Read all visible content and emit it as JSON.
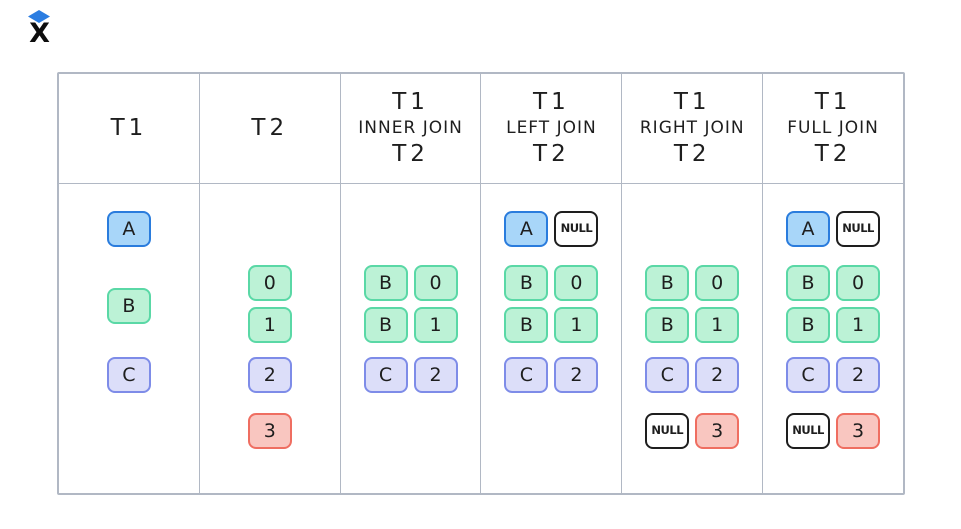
{
  "logo": {
    "letter": "X",
    "diamond_color": "#2b7de1"
  },
  "palette": {
    "blue": {
      "fill": "#a8d6f9",
      "stroke": "#2a7cdd"
    },
    "green": {
      "fill": "#bcf2d6",
      "stroke": "#5ad8a6"
    },
    "purple": {
      "fill": "#dcdef9",
      "stroke": "#7e8ce8"
    },
    "red": {
      "fill": "#f9c6c0",
      "stroke": "#ef6e61"
    },
    "nullv": {
      "fill": "#ffffff",
      "stroke": "#1e1e1e"
    }
  },
  "grid_color": "#b1b8c4",
  "table": {
    "columns": [
      {
        "id": "t1",
        "header": [
          "T1"
        ],
        "rows": [
          {
            "slot": "a",
            "cells": [
              {
                "text": "A",
                "variant": "blue"
              }
            ]
          },
          {
            "slot": "bmid",
            "cells": [
              {
                "text": "B",
                "variant": "green"
              }
            ]
          },
          {
            "slot": "c2",
            "cells": [
              {
                "text": "C",
                "variant": "purple"
              }
            ]
          }
        ]
      },
      {
        "id": "t2",
        "header": [
          "T2"
        ],
        "rows": [
          {
            "slot": "b0",
            "cells": [
              {
                "text": "0",
                "variant": "green"
              }
            ]
          },
          {
            "slot": "b1",
            "cells": [
              {
                "text": "1",
                "variant": "green"
              }
            ]
          },
          {
            "slot": "c2",
            "cells": [
              {
                "text": "2",
                "variant": "purple"
              }
            ]
          },
          {
            "slot": "n3",
            "cells": [
              {
                "text": "3",
                "variant": "red"
              }
            ]
          }
        ]
      },
      {
        "id": "inner-join",
        "header": [
          "T1",
          "INNER JOIN",
          "T2"
        ],
        "rows": [
          {
            "slot": "b0",
            "cells": [
              {
                "text": "B",
                "variant": "green"
              },
              {
                "text": "0",
                "variant": "green"
              }
            ]
          },
          {
            "slot": "b1",
            "cells": [
              {
                "text": "B",
                "variant": "green"
              },
              {
                "text": "1",
                "variant": "green"
              }
            ]
          },
          {
            "slot": "c2",
            "cells": [
              {
                "text": "C",
                "variant": "purple"
              },
              {
                "text": "2",
                "variant": "purple"
              }
            ]
          }
        ]
      },
      {
        "id": "left-join",
        "header": [
          "T1",
          "LEFT JOIN",
          "T2"
        ],
        "rows": [
          {
            "slot": "a",
            "cells": [
              {
                "text": "A",
                "variant": "blue"
              },
              {
                "text": "NULL",
                "variant": "nullv"
              }
            ]
          },
          {
            "slot": "b0",
            "cells": [
              {
                "text": "B",
                "variant": "green"
              },
              {
                "text": "0",
                "variant": "green"
              }
            ]
          },
          {
            "slot": "b1",
            "cells": [
              {
                "text": "B",
                "variant": "green"
              },
              {
                "text": "1",
                "variant": "green"
              }
            ]
          },
          {
            "slot": "c2",
            "cells": [
              {
                "text": "C",
                "variant": "purple"
              },
              {
                "text": "2",
                "variant": "purple"
              }
            ]
          }
        ]
      },
      {
        "id": "right-join",
        "header": [
          "T1",
          "RIGHT JOIN",
          "T2"
        ],
        "rows": [
          {
            "slot": "b0",
            "cells": [
              {
                "text": "B",
                "variant": "green"
              },
              {
                "text": "0",
                "variant": "green"
              }
            ]
          },
          {
            "slot": "b1",
            "cells": [
              {
                "text": "B",
                "variant": "green"
              },
              {
                "text": "1",
                "variant": "green"
              }
            ]
          },
          {
            "slot": "c2",
            "cells": [
              {
                "text": "C",
                "variant": "purple"
              },
              {
                "text": "2",
                "variant": "purple"
              }
            ]
          },
          {
            "slot": "n3",
            "cells": [
              {
                "text": "NULL",
                "variant": "nullv"
              },
              {
                "text": "3",
                "variant": "red"
              }
            ]
          }
        ]
      },
      {
        "id": "full-join",
        "header": [
          "T1",
          "FULL JOIN",
          "T2"
        ],
        "rows": [
          {
            "slot": "a",
            "cells": [
              {
                "text": "A",
                "variant": "blue"
              },
              {
                "text": "NULL",
                "variant": "nullv"
              }
            ]
          },
          {
            "slot": "b0",
            "cells": [
              {
                "text": "B",
                "variant": "green"
              },
              {
                "text": "0",
                "variant": "green"
              }
            ]
          },
          {
            "slot": "b1",
            "cells": [
              {
                "text": "B",
                "variant": "green"
              },
              {
                "text": "1",
                "variant": "green"
              }
            ]
          },
          {
            "slot": "c2",
            "cells": [
              {
                "text": "C",
                "variant": "purple"
              },
              {
                "text": "2",
                "variant": "purple"
              }
            ]
          },
          {
            "slot": "n3",
            "cells": [
              {
                "text": "NULL",
                "variant": "nullv"
              },
              {
                "text": "3",
                "variant": "red"
              }
            ]
          }
        ]
      }
    ]
  }
}
